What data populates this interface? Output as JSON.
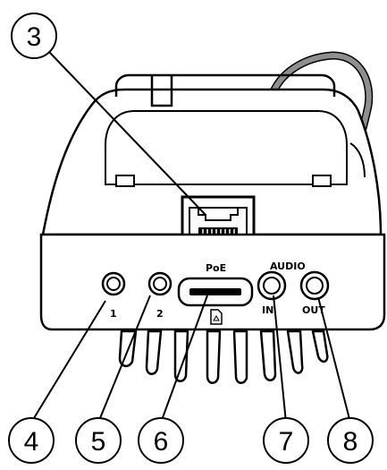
{
  "panel_labels": {
    "poe": "PoE",
    "audio": "AUDIO",
    "io_1": "1",
    "io_2": "2",
    "audio_in": "IN",
    "audio_out": "OUT"
  },
  "callouts": {
    "c3": "3",
    "c4": "4",
    "c5": "5",
    "c6": "6",
    "c7": "7",
    "c8": "8"
  },
  "colors": {
    "outline": "#000000",
    "body_fill": "#ffffff",
    "cable_fill": "#8f8f8f"
  }
}
